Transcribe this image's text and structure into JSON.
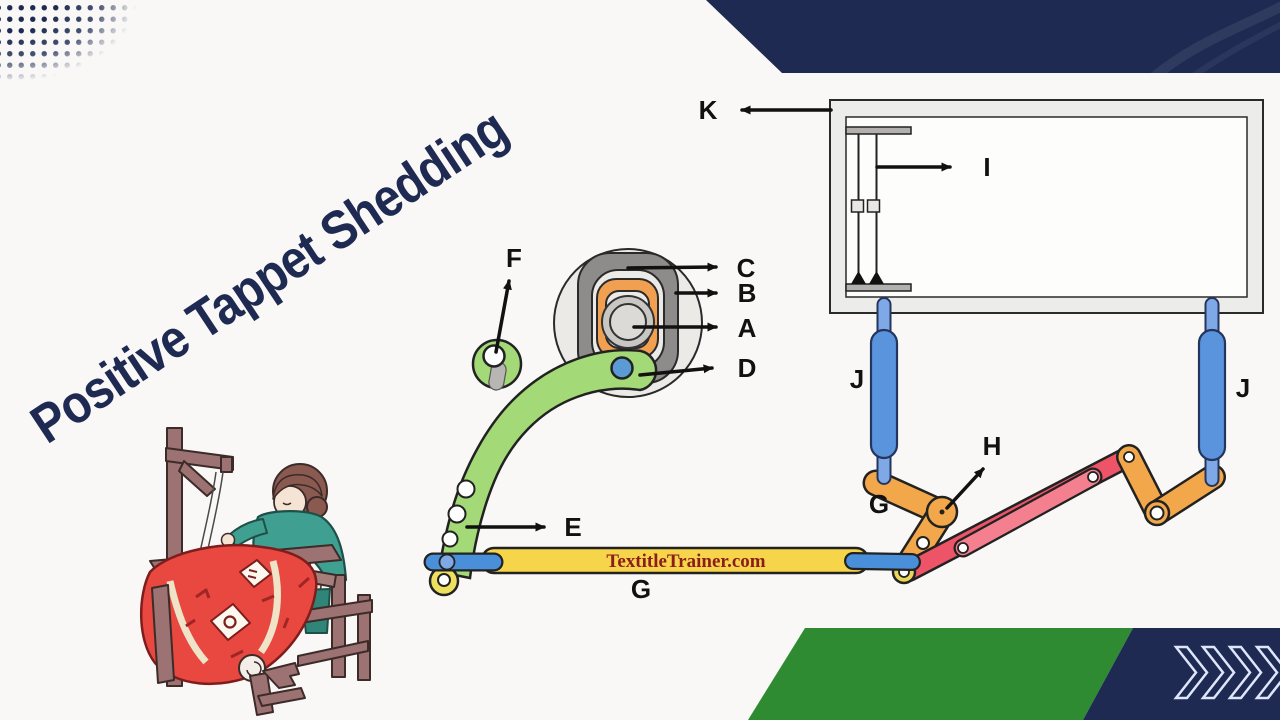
{
  "page": {
    "title": "Positive Tappet Shedding",
    "background": "#f9f8f6"
  },
  "watermark": {
    "text": "TextitleTrainer.com",
    "color": "#8b1d1d"
  },
  "palette": {
    "navy": "#1e2a52",
    "band_green": "#2e8b31",
    "chevron_outline": "#dfe6fb",
    "lever_green": "#a3d977",
    "cam_ring_gray": "#8e8c8a",
    "cam_ring_orange": "#f0a050",
    "link_orange": "#f2a74a",
    "link_red": "#ee5468",
    "link_red_light": "#f4808f",
    "link_blue": "#5a94dd",
    "link_blue_light": "#7fa9e6",
    "bar_yellow": "#f7d54a",
    "frame_gray": "#ececea",
    "wood_brown": "#9c7372",
    "cloth_red": "#e8483f",
    "sweater_teal": "#3f9f90",
    "label_black": "#111111"
  },
  "diagram": {
    "part_labels": {
      "a": "A",
      "b": "B",
      "c": "C",
      "d": "D",
      "e": "E",
      "f": "F",
      "g_bottom": "G",
      "g_link": "G",
      "h": "H",
      "i": "I",
      "j_left": "J",
      "j_right": "J",
      "k": "K"
    }
  }
}
